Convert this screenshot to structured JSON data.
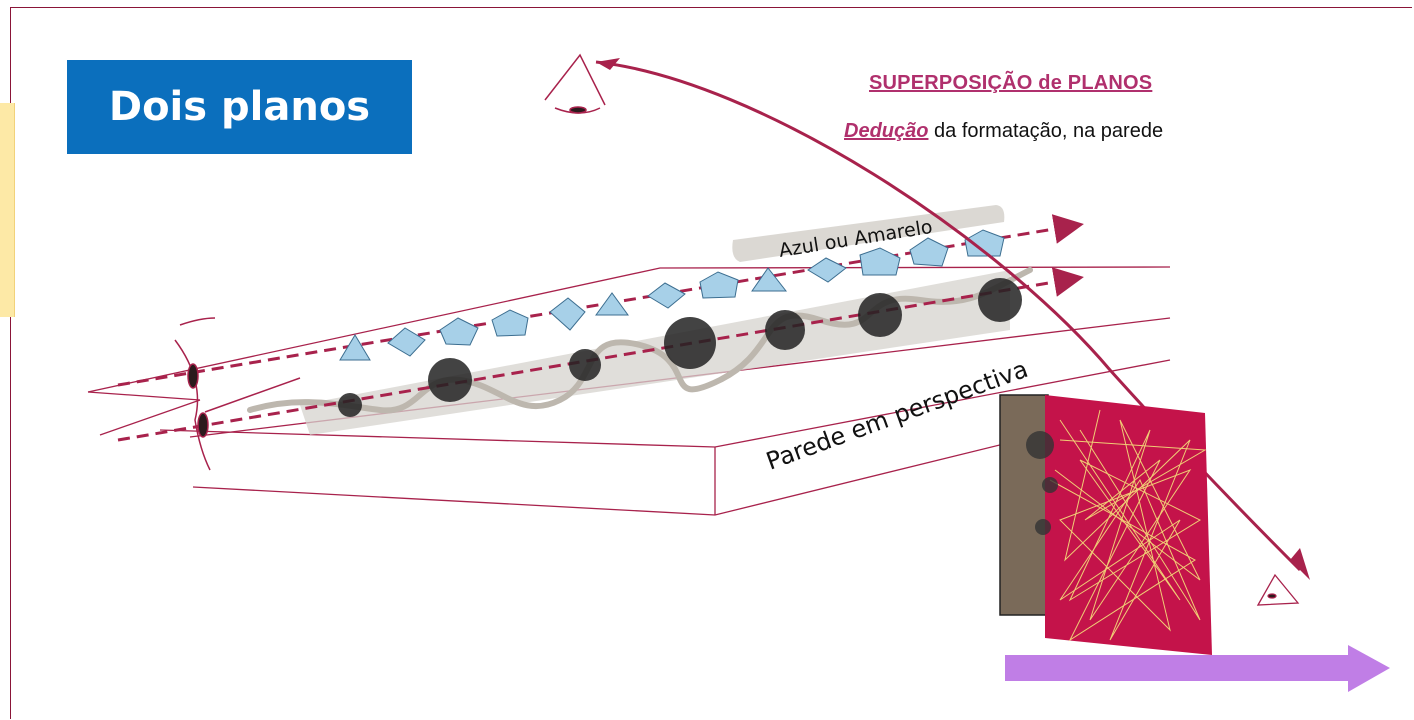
{
  "slide": {
    "title": "Dois planos",
    "heading": "SUPERPOSIÇÃO de PLANOS",
    "subheading_emphasis": "Dedução",
    "subheading_rest": " da formatação, na parede"
  },
  "labels": {
    "upper_band": "Azul ou Amarelo",
    "wall": "Parede em perspectiva"
  },
  "colors": {
    "title_bg": "#0b6fbd",
    "heading": "#b0306d",
    "dashed_line": "#a8224c",
    "wall_panel": "#c4134a",
    "wall_side": "#7a6a59",
    "arrow": "#c07ee6",
    "crystal": "#a7d0e8"
  }
}
